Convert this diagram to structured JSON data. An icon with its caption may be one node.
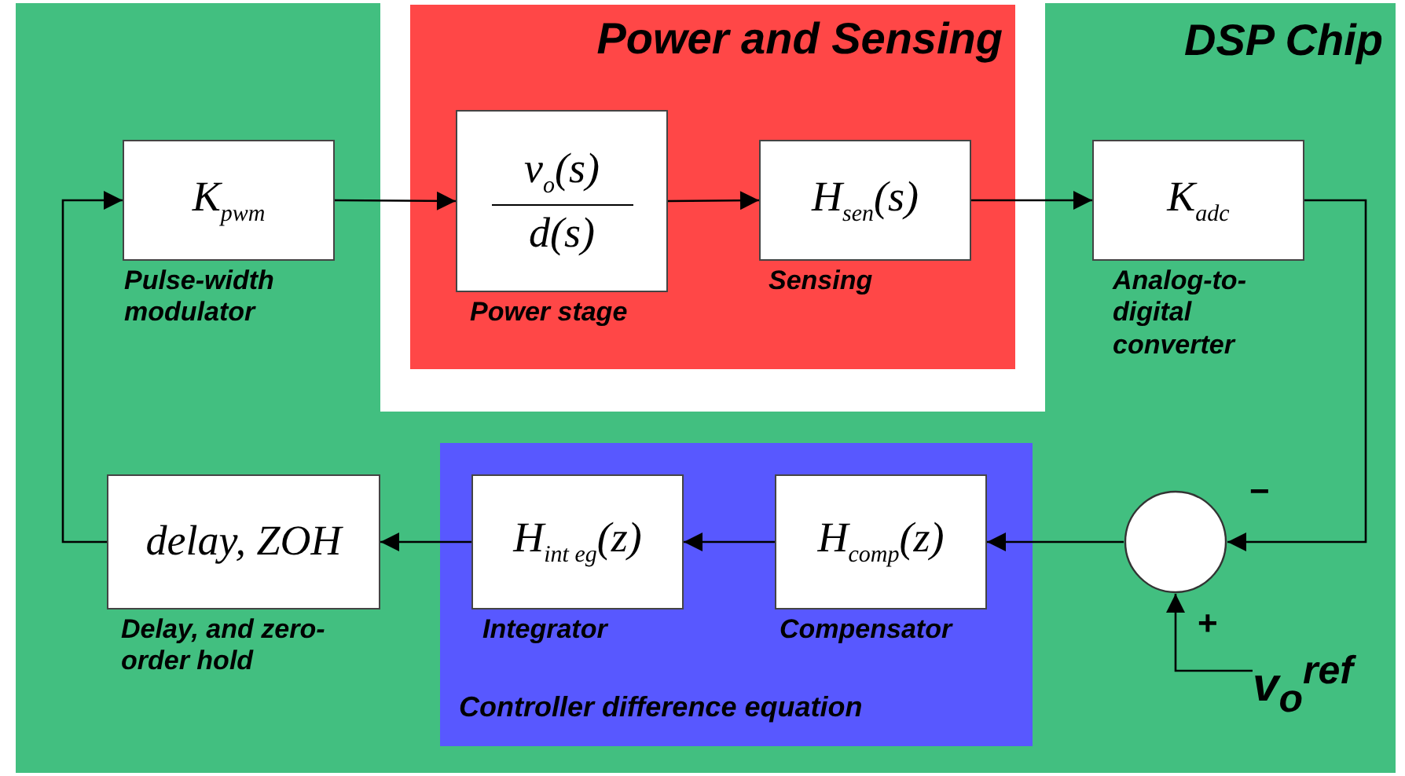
{
  "diagram": {
    "nodes": [
      {
        "text": [
          "DSP Chip"
        ]
      },
      {
        "text": [
          "Power and Sensing"
        ]
      },
      {
        "text": [
          "Controller difference equation"
        ],
        "in": 0
      },
      {
        "text": [
          "K$_{pwm}$"
        ],
        "in": 0,
        "beside": [
          "Pulse-width modulator"
        ]
      },
      {
        "text": [
          "v$_{o}$(s)",
          "d(s)"
        ],
        "in": 1,
        "beside": [
          "Power stage"
        ]
      },
      {
        "text": [
          "H$_{sen}$(s)"
        ],
        "in": 1,
        "beside": [
          "Sensing"
        ]
      },
      {
        "text": [
          "K$_{adc}$"
        ],
        "in": 0,
        "beside": [
          "Analog-to-digital converter"
        ]
      },
      {
        "text": [],
        "shape": "circle",
        "in": 0
      },
      {
        "text": [
          "H$_{comp}$(z)"
        ],
        "in": 2,
        "beside": [
          "Compensator"
        ]
      },
      {
        "text": [
          "H$_{int eg}$(z)"
        ],
        "in": 2,
        "beside": [
          "Integrator"
        ]
      },
      {
        "text": [
          "delay, ZOH"
        ],
        "in": 0,
        "beside": [
          "Delay, and zero-order hold"
        ]
      },
      {
        "text": [
          "v$_{o}$$^{ref}$"
        ],
        "in": 0
      }
    ],
    "edges": [
      {
        "from": 10,
        "to": 3,
        "arrow": "to"
      },
      {
        "from": 3,
        "to": 4,
        "arrow": "to"
      },
      {
        "from": 4,
        "to": 5,
        "arrow": "to"
      },
      {
        "from": 5,
        "to": 6,
        "arrow": "to"
      },
      {
        "from": 6,
        "to": 7,
        "arrow": "to"
      },
      {
        "from": 11,
        "to": 7,
        "arrow": "to"
      },
      {
        "from": 7,
        "to": 8,
        "arrow": "to"
      },
      {
        "from": 8,
        "to": 9,
        "arrow": "to"
      },
      {
        "from": 9,
        "to": 10,
        "arrow": "to"
      }
    ],
    "labels": [
      "−",
      "+"
    ]
  }
}
